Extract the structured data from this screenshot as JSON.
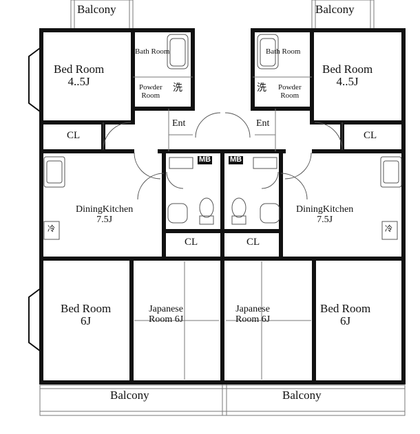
{
  "units": [
    {
      "side": "left",
      "balcony_top": "Balcony",
      "bed_room_top": {
        "name": "Bed Room",
        "size": "4..5J"
      },
      "bath_room": "Bath Room",
      "powder_room": {
        "line1": "Powder",
        "line2": "Room"
      },
      "washer_mark": "洗",
      "closet_top": "CL",
      "entrance": "Ent",
      "meter_box": "MB",
      "dining_kitchen": {
        "name": "DiningKitchen",
        "size": "7.5J"
      },
      "fridge_mark": "冷",
      "closet_center": "CL",
      "bed_room_bottom": {
        "name": "Bed Room",
        "size": "6J"
      },
      "japanese_room": {
        "line1": "Japanese",
        "line2": "Room 6J"
      },
      "balcony_bottom": "Balcony"
    },
    {
      "side": "right",
      "balcony_top": "Balcony",
      "bed_room_top": {
        "name": "Bed Room",
        "size": "4..5J"
      },
      "bath_room": "Bath Room",
      "powder_room": {
        "line1": "Powder",
        "line2": "Room"
      },
      "washer_mark": "洗",
      "closet_top": "CL",
      "entrance": "Ent",
      "meter_box": "MB",
      "dining_kitchen": {
        "name": "DiningKitchen",
        "size": "7.5J"
      },
      "fridge_mark": "冷",
      "closet_center": "CL",
      "bed_room_bottom": {
        "name": "Bed Room",
        "size": "6J"
      },
      "japanese_room": {
        "line1": "Japanese",
        "line2": "Room 6J"
      },
      "balcony_bottom": "Balcony"
    }
  ],
  "colors": {
    "wall": "#111111",
    "thin_line": "#555555",
    "background": "#ffffff"
  }
}
